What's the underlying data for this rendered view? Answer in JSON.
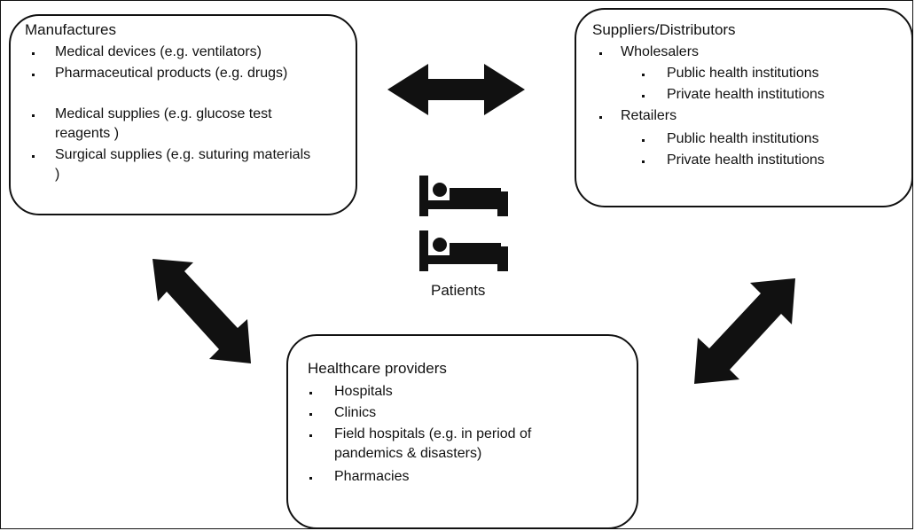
{
  "manufactures": {
    "title": "Manufactures",
    "items": [
      "Medical devices (e.g. ventilators)",
      "Pharmaceutical products (e.g. drugs)",
      "Medical supplies (e.g. glucose test reagents )",
      "Surgical supplies (e.g. suturing materials )"
    ]
  },
  "suppliers": {
    "title": "Suppliers/Distributors",
    "groups": [
      {
        "label": "Wholesalers",
        "items": [
          "Public health institutions",
          "Private health institutions"
        ]
      },
      {
        "label": "Retailers",
        "items": [
          "Public health institutions",
          "Private health institutions"
        ]
      }
    ]
  },
  "providers": {
    "title": "Healthcare providers",
    "items": [
      "Hospitals",
      "Clinics",
      "Field hospitals (e.g. in period of pandemics & disasters)",
      "Pharmacies"
    ]
  },
  "center": {
    "caption": "Patients",
    "icons": [
      "hospital-bed-icon",
      "hospital-bed-icon"
    ]
  },
  "colors": {
    "stroke": "#111111",
    "background": "#ffffff"
  }
}
